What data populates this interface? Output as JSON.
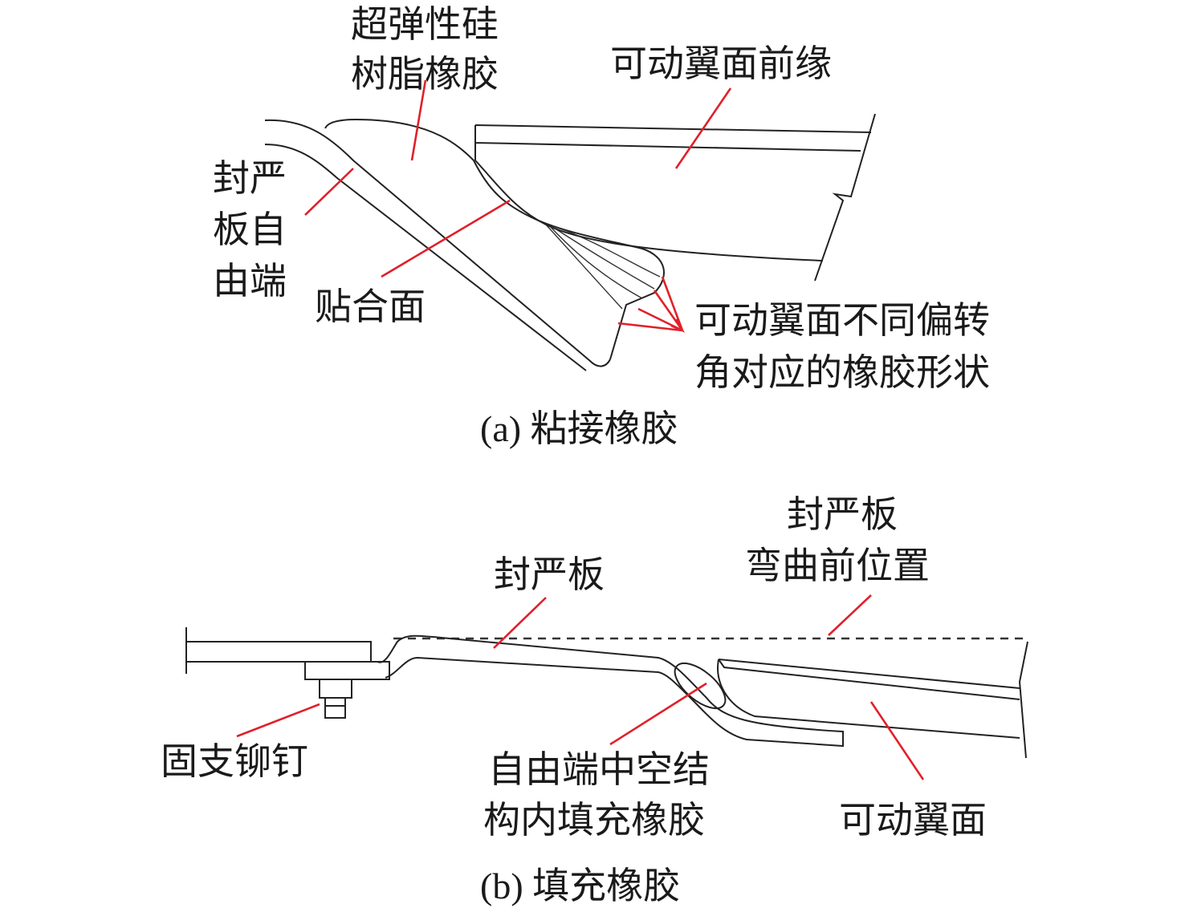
{
  "panel_a": {
    "caption": "(a) 粘接橡胶",
    "labels": {
      "rubber_line1": "超弹性硅",
      "rubber_line2": "树脂橡胶",
      "leading_edge": "可动翼面前缘",
      "seal_free_end_line1": "封严",
      "seal_free_end_line2": "板自",
      "seal_free_end_line3": "由端",
      "contact_surface": "贴合面",
      "shapes_line1": "可动翼面不同偏转",
      "shapes_line2": "角对应的橡胶形状"
    }
  },
  "panel_b": {
    "caption": "(b) 填充橡胶",
    "labels": {
      "seal_plate": "封严板",
      "before_bend_line1": "封严板",
      "before_bend_line2": "弯曲前位置",
      "rivet": "固支铆钉",
      "filled_rubber_line1": "自由端中空结",
      "filled_rubber_line2": "构内填充橡胶",
      "movable_surface": "可动翼面"
    }
  },
  "colors": {
    "leader": "#e0202a",
    "line": "#222222"
  }
}
